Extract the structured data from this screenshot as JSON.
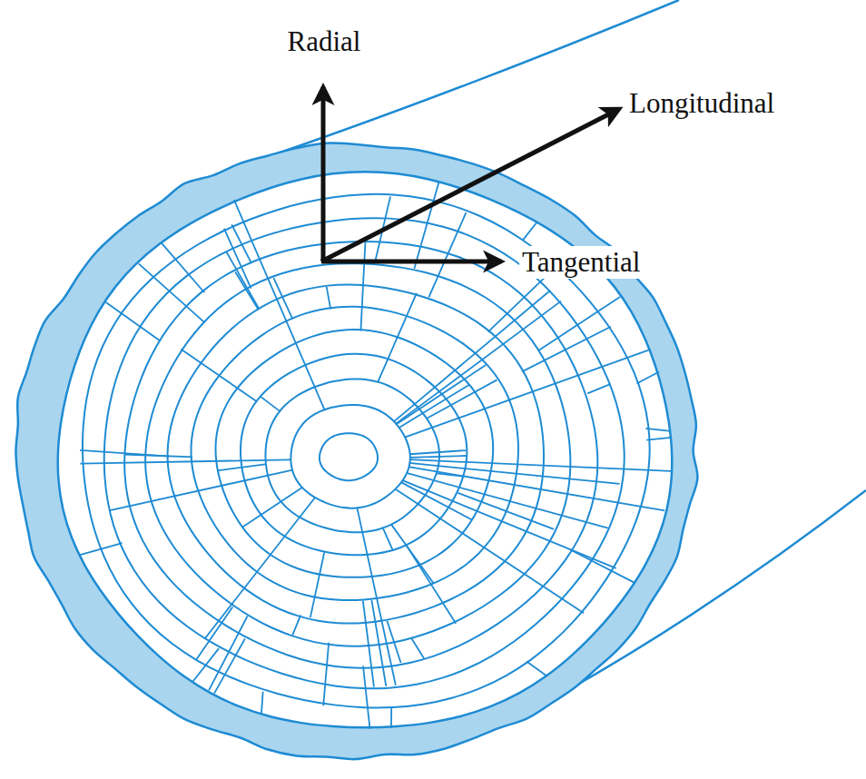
{
  "diagram": {
    "labels": [
      "Radial",
      "Longitudinal",
      "Tangential"
    ]
  }
}
